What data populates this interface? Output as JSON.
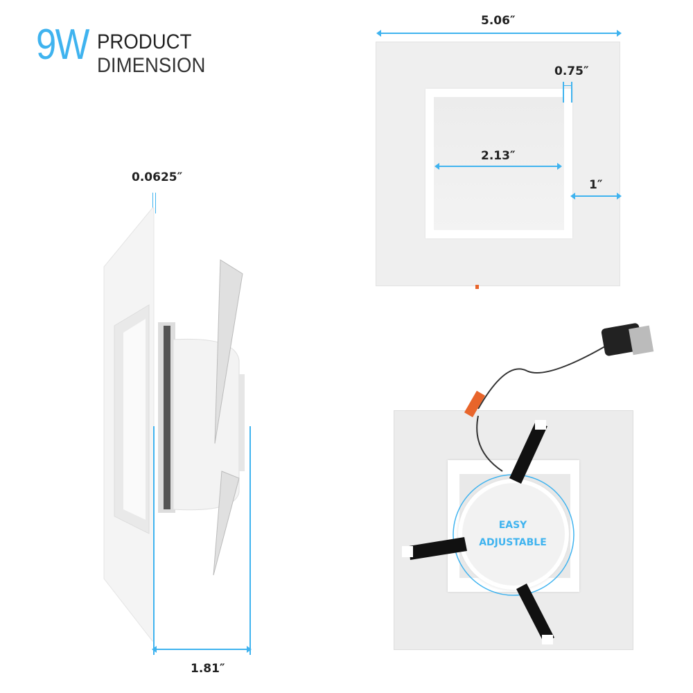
{
  "header": {
    "wattage": "9W",
    "line1": "PRODUCT",
    "line2": "DIMENSION"
  },
  "dimensions": {
    "width_total": "5.06″",
    "trim_width": "0.75″",
    "aperture": "2.13″",
    "edge": "1″",
    "trim_thickness": "0.0625″",
    "depth": "1.81″"
  },
  "callout": {
    "line1": "EASY",
    "line2": "ADJUSTABLE"
  },
  "colors": {
    "accent": "#3fb3ef",
    "text": "#222222",
    "clip": "#111111",
    "connector": "#e8652b"
  }
}
